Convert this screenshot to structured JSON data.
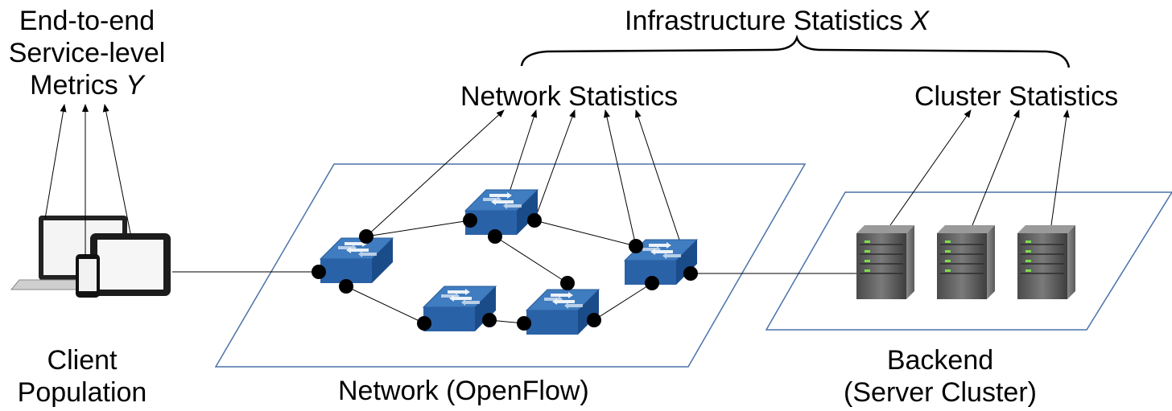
{
  "labels": {
    "metrics_line1": "End-to-end",
    "metrics_line2": "Service-level",
    "metrics_line3_prefix": "Metrics ",
    "metrics_var": "Y",
    "infra_prefix": "Infrastructure Statistics ",
    "infra_var": "X",
    "network_stats": "Network Statistics",
    "cluster_stats": "Cluster Statistics",
    "client_line1": "Client",
    "client_line2": "Population",
    "network_caption": "Network (OpenFlow)",
    "backend_line1": "Backend",
    "backend_line2": "(Server Cluster)"
  },
  "colors": {
    "plane_border": "#4a72a8",
    "switch_top": "#3f7cc0",
    "switch_front": "#2a62a8",
    "switch_side": "#1b4c8a",
    "port": "#000000",
    "server_body": "#5c5c5c",
    "server_led": "#7ce04a"
  },
  "icons": [
    "laptop-icon",
    "tablet-icon",
    "phone-icon",
    "network-switch-icon",
    "server-icon"
  ]
}
